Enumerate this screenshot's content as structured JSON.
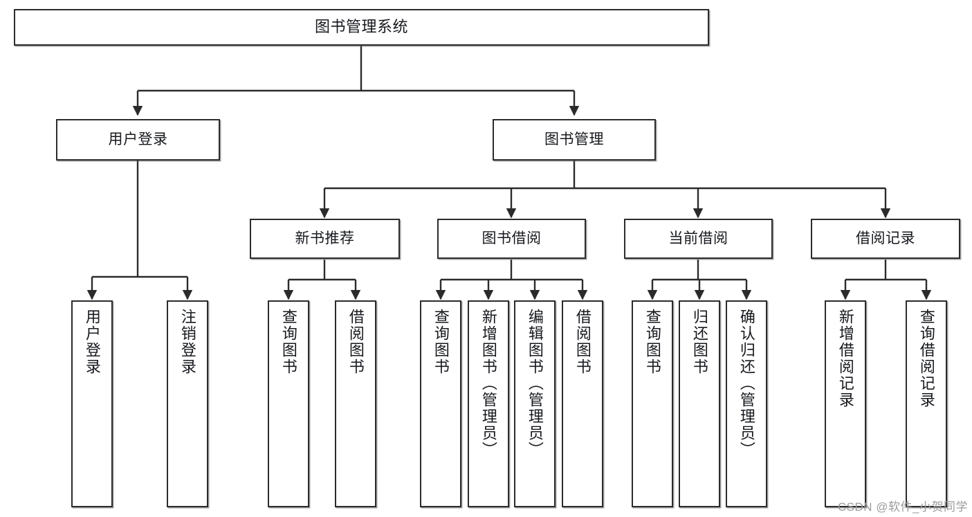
{
  "diagram": {
    "type": "tree",
    "title": "图书管理系统",
    "orientation": "top-down",
    "watermark": "CSDN @软件_小贺同学",
    "colors": {
      "box_border": "#2b2b2b",
      "box_fill": "#ffffff",
      "link": "#2b2b2b",
      "text": "#16181d",
      "watermark": "#9b9b9b"
    },
    "root": {
      "label": "图书管理系统"
    },
    "level1": [
      {
        "label": "用户登录"
      },
      {
        "label": "图书管理"
      }
    ],
    "level2": [
      {
        "label": "新书推荐"
      },
      {
        "label": "图书借阅"
      },
      {
        "label": "当前借阅"
      },
      {
        "label": "借阅记录"
      }
    ],
    "leaves": {
      "user_login": [
        {
          "label": "用户登录"
        },
        {
          "label": "注销登录"
        }
      ],
      "new_book": [
        {
          "label": "查询图书"
        },
        {
          "label": "借阅图书"
        }
      ],
      "book_borrow": [
        {
          "label": "查询图书"
        },
        {
          "label": "新增图书（管理员）"
        },
        {
          "label": "编辑图书（管理员）"
        },
        {
          "label": "借阅图书"
        }
      ],
      "current_borrow": [
        {
          "label": "查询图书"
        },
        {
          "label": "归还图书"
        },
        {
          "label": "确认归还（管理员）"
        }
      ],
      "borrow_record": [
        {
          "label": "新增借阅记录"
        },
        {
          "label": "查询借阅记录"
        }
      ]
    }
  }
}
